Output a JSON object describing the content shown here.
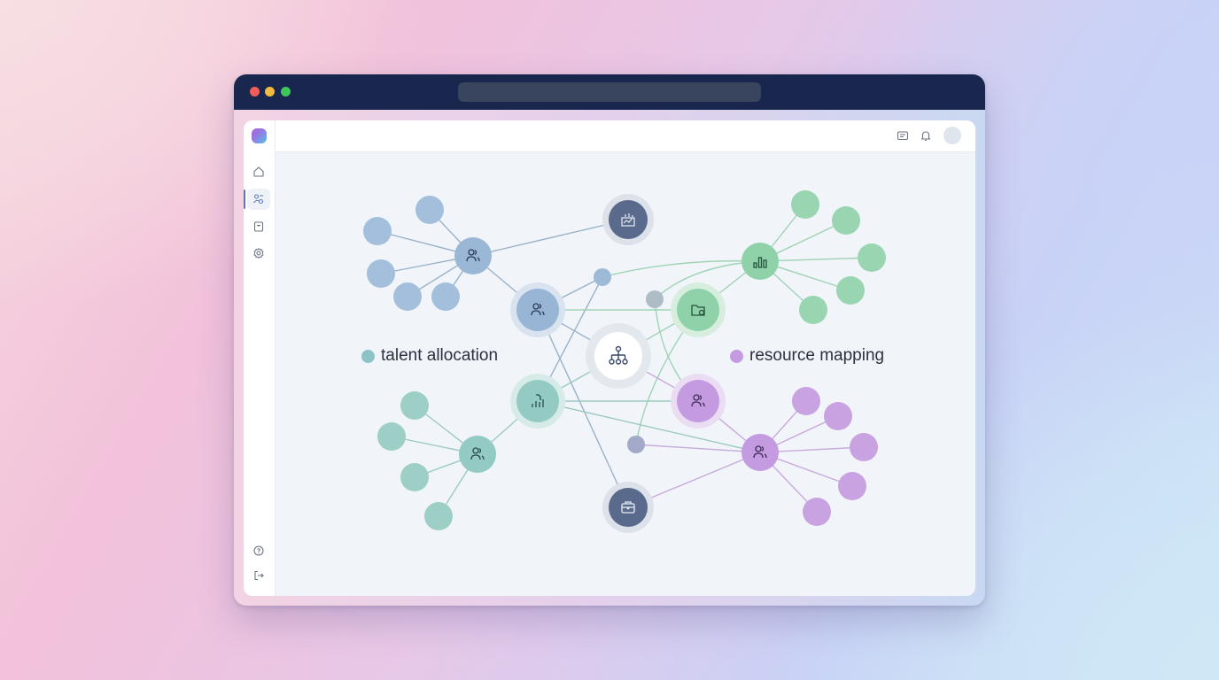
{
  "window": {
    "controls": [
      "close",
      "minimize",
      "maximize"
    ],
    "address_bar": ""
  },
  "sidebar": {
    "logo": "app-logo",
    "items": [
      {
        "name": "home",
        "icon": "home-icon",
        "active": false
      },
      {
        "name": "people",
        "icon": "people-network-icon",
        "active": true
      },
      {
        "name": "calendar",
        "icon": "calendar-box-icon",
        "active": false
      },
      {
        "name": "settings",
        "icon": "gear-icon",
        "active": false
      }
    ],
    "bottom_items": [
      {
        "name": "help",
        "icon": "help-circle-icon"
      },
      {
        "name": "logout",
        "icon": "logout-icon"
      }
    ]
  },
  "topbar": {
    "icons": [
      "message-card-icon",
      "bell-icon",
      "avatar"
    ]
  },
  "legend": {
    "talent": {
      "label": "talent allocation",
      "color": "#8cc3c8"
    },
    "resource": {
      "label": "resource mapping",
      "color": "#c49be0"
    }
  },
  "colors": {
    "blue": "#9ab7d6",
    "green": "#8fd2aa",
    "teal": "#93cbc4",
    "purple": "#c49be0",
    "dark": "#5a6a8c",
    "hub": "#ffffff"
  },
  "graph": {
    "center": {
      "id": "org-hub",
      "icon": "org-chart-icon"
    },
    "clusters": [
      {
        "id": "blue",
        "hub_icon": "people-icon",
        "leaf_count": 5
      },
      {
        "id": "green",
        "hub_icon": "bar-chart-icon",
        "leaf_count": 5
      },
      {
        "id": "teal",
        "hub_icon": "people-icon",
        "leaf_count": 4
      },
      {
        "id": "purple",
        "hub_icon": "people-icon",
        "leaf_count": 5
      }
    ],
    "primary_nodes": [
      {
        "id": "blue-team",
        "icon": "people-icon"
      },
      {
        "id": "green-folder",
        "icon": "folder-user-icon"
      },
      {
        "id": "teal-report",
        "icon": "file-chart-icon"
      },
      {
        "id": "purple-team",
        "icon": "people-icon"
      },
      {
        "id": "dark-top",
        "icon": "analytics-board-icon"
      },
      {
        "id": "dark-bottom",
        "icon": "briefcase-icon"
      }
    ]
  }
}
